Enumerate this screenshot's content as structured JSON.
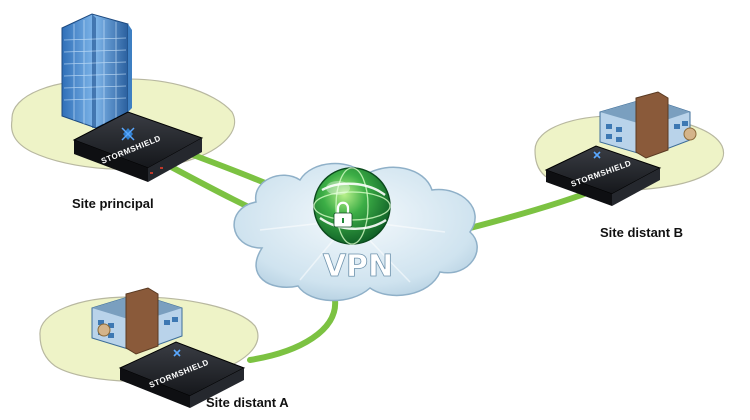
{
  "diagram": {
    "cloud_label": "VPN",
    "device_brand": "STORMSHIELD",
    "sites": {
      "main": {
        "label": "Site principal"
      },
      "remote_a": {
        "label": "Site distant A"
      },
      "remote_b": {
        "label": "Site distant B"
      }
    },
    "colors": {
      "link": "#7cc242",
      "cloud": "#cfe3ef",
      "globe": "#1f8a3a",
      "ground": "#eef3c7",
      "firewall": "#1b1d22",
      "accent": "#2f7fd0"
    }
  }
}
